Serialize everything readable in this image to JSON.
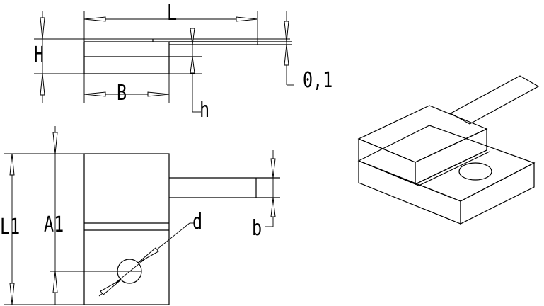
{
  "labels": {
    "L": "L",
    "H": "H",
    "B": "B",
    "h": "h",
    "gap": "0,1",
    "L1": "L1",
    "A1": "A1",
    "d": "d",
    "b": "b"
  }
}
